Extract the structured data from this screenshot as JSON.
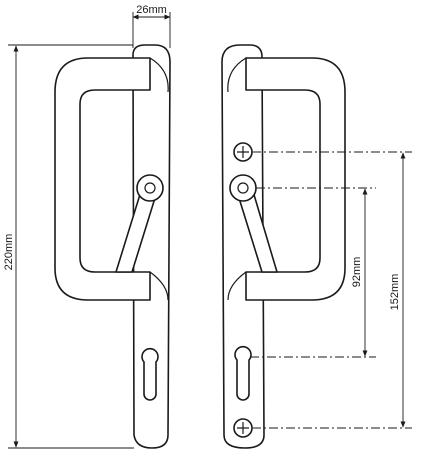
{
  "dimensions": {
    "width_top": "26mm",
    "total_height": "220mm",
    "spindle_to_keyhole": "92mm",
    "fixing_centres": "152mm"
  },
  "colors": {
    "stroke": "#1a1a1a",
    "background": "#ffffff"
  }
}
